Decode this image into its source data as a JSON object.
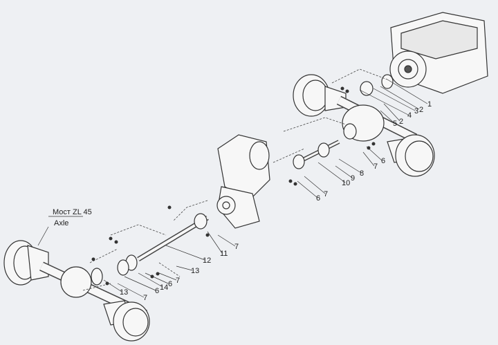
{
  "axle_caption": {
    "line1": "Мост ZL 45",
    "line2": "Axle"
  },
  "callouts": [
    {
      "id": "c1",
      "text": "1"
    },
    {
      "id": "c2a",
      "text": "2"
    },
    {
      "id": "c3",
      "text": "3"
    },
    {
      "id": "c4",
      "text": "4"
    },
    {
      "id": "c2b",
      "text": "2"
    },
    {
      "id": "c5",
      "text": "5"
    },
    {
      "id": "c6a",
      "text": "6"
    },
    {
      "id": "c7a",
      "text": "7"
    },
    {
      "id": "c8",
      "text": "8"
    },
    {
      "id": "c9",
      "text": "9"
    },
    {
      "id": "c10",
      "text": "10"
    },
    {
      "id": "c7b",
      "text": "7"
    },
    {
      "id": "c6b",
      "text": "6"
    },
    {
      "id": "c7c",
      "text": "7"
    },
    {
      "id": "c11",
      "text": "11"
    },
    {
      "id": "c12",
      "text": "12"
    },
    {
      "id": "c13a",
      "text": "13"
    },
    {
      "id": "c7d",
      "text": "7"
    },
    {
      "id": "c6c",
      "text": "6"
    },
    {
      "id": "c14",
      "text": "14"
    },
    {
      "id": "c6d",
      "text": "6"
    },
    {
      "id": "c7e",
      "text": "7"
    },
    {
      "id": "c13b",
      "text": "13"
    }
  ]
}
